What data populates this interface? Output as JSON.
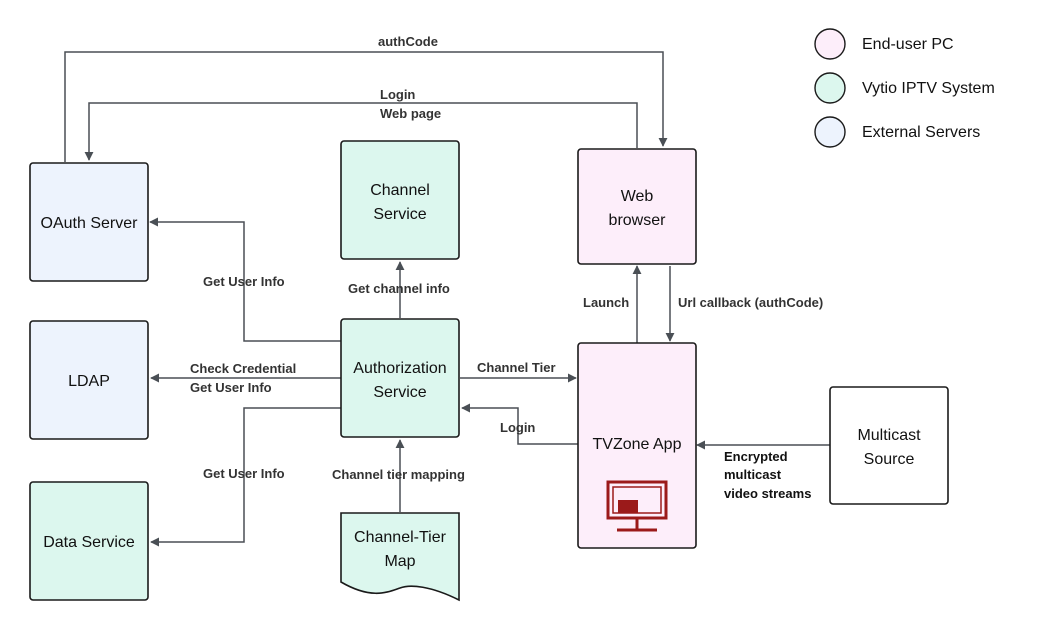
{
  "colors": {
    "end_user_pc": "#fdeefa",
    "vytio_iptv": "#dcf7ee",
    "external": "#edf3fd",
    "plain": "#ffffff",
    "tv_icon": "#9b1a1a",
    "edge": "#4a4f55"
  },
  "legend": [
    {
      "label": "End-user PC",
      "color_key": "end_user_pc"
    },
    {
      "label": "Vytio IPTV System",
      "color_key": "vytio_iptv"
    },
    {
      "label": "External Servers",
      "color_key": "external"
    }
  ],
  "nodes": {
    "oauth_server": [
      "OAuth Server"
    ],
    "ldap": [
      "LDAP"
    ],
    "data_service": [
      "Data Service"
    ],
    "channel_service": [
      "Channel",
      "Service"
    ],
    "authorization_service": [
      "Authorization",
      "Service"
    ],
    "channel_tier_map": [
      "Channel-Tier",
      "Map"
    ],
    "web_browser": [
      "Web",
      "browser"
    ],
    "tvzone_app": [
      "TVZone App"
    ],
    "multicast_source": [
      "Multicast",
      "Source"
    ]
  },
  "edges": {
    "auth_code": [
      "authCode"
    ],
    "login_web_page": [
      "Login",
      "Web page"
    ],
    "get_user_info_oauth": [
      "Get User Info"
    ],
    "get_channel_info": [
      "Get channel info"
    ],
    "check_credential": [
      "Check Credential",
      "Get User Info"
    ],
    "get_user_info_data": [
      "Get User Info"
    ],
    "channel_tier_mapping": [
      "Channel tier mapping"
    ],
    "channel_tier": [
      "Channel Tier"
    ],
    "login_app": [
      "Login"
    ],
    "launch": [
      "Launch"
    ],
    "url_callback": [
      "Url callback (authCode)"
    ],
    "encrypted_streams": [
      "Encrypted",
      "multicast",
      "video streams"
    ]
  },
  "icons": {
    "tvzone": "tv-monitor-icon"
  }
}
